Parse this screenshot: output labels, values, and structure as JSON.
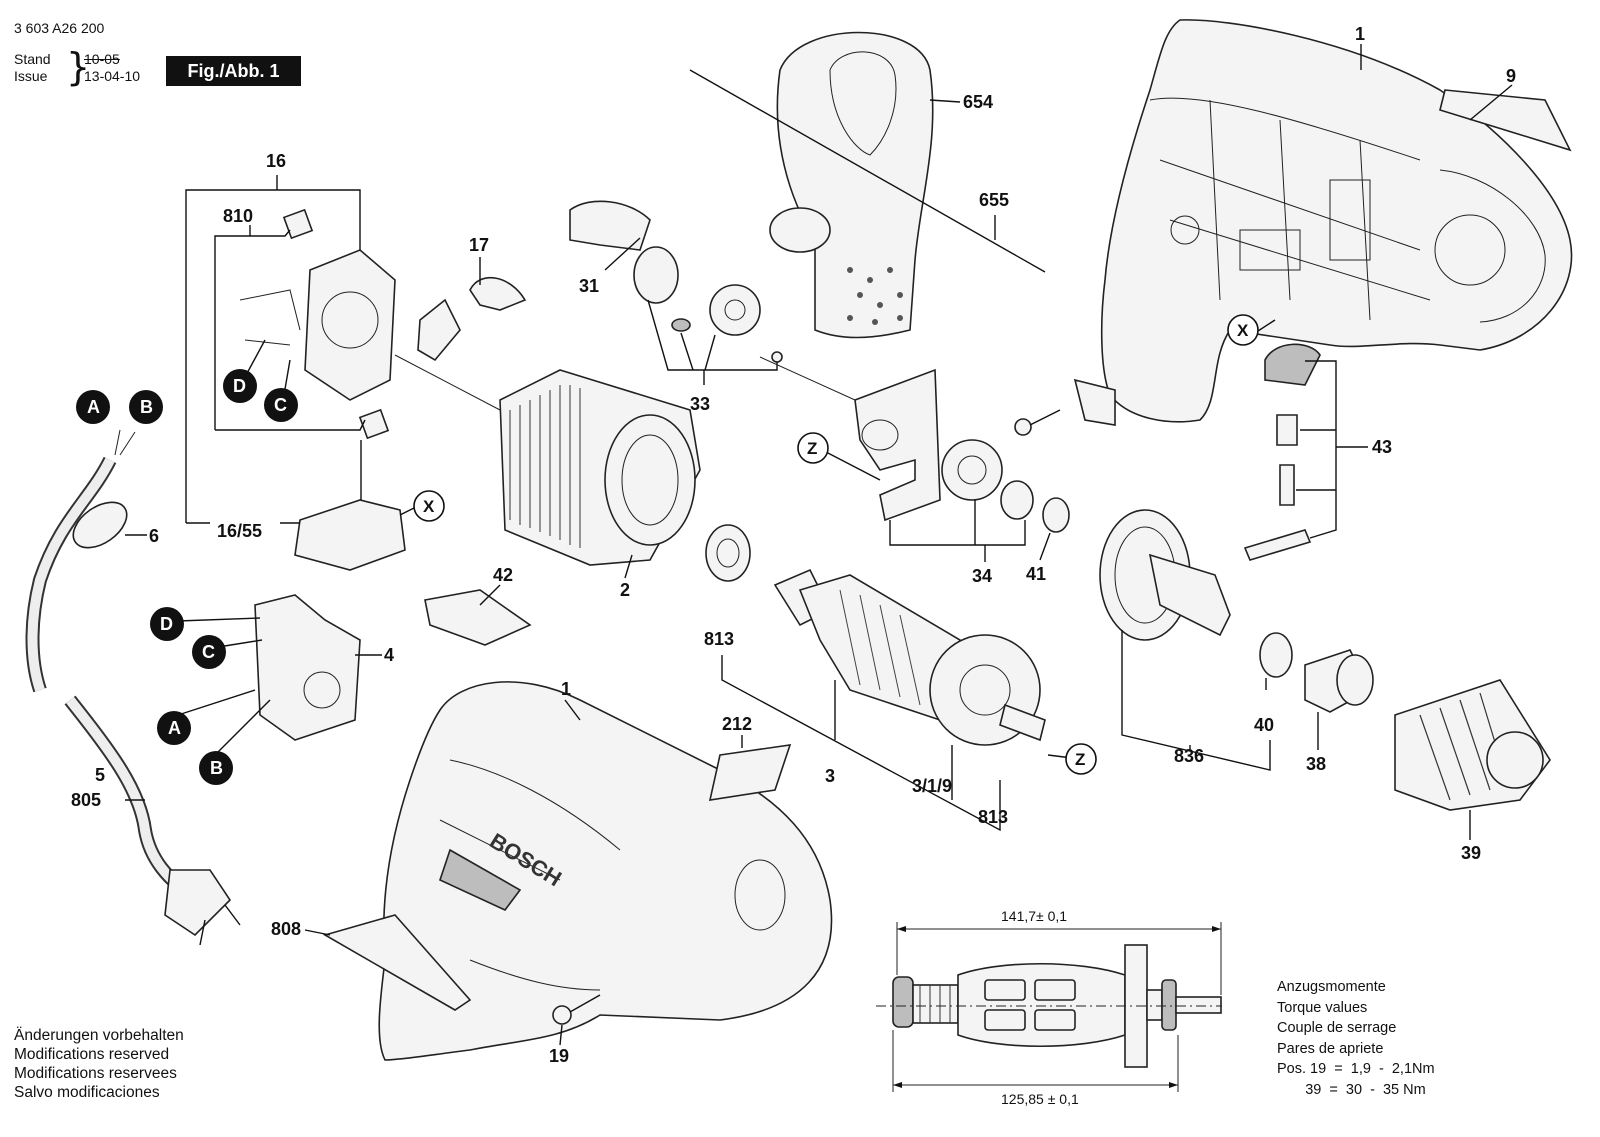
{
  "header": {
    "doc_number": "3 603 A26 200",
    "stand_label": "Stand",
    "issue_label": "Issue",
    "stand_date": "10-05",
    "issue_date": "13-04-10",
    "figure_label": "Fig./Abb. 1"
  },
  "part_numbers": {
    "p1_top": "1",
    "p9": "9",
    "p654": "654",
    "p655": "655",
    "p16": "16",
    "p810": "810",
    "p17": "17",
    "p31": "31",
    "p33": "33",
    "p16_55": "16/55",
    "p6": "6",
    "p2": "2",
    "p42": "42",
    "p4": "4",
    "p34": "34",
    "p41": "41",
    "p43": "43",
    "p813_a": "813",
    "p3": "3",
    "p3_1_9": "3/1/9",
    "p813_b": "813",
    "p836": "836",
    "p40": "40",
    "p38": "38",
    "p39": "39",
    "p1_bottom": "1",
    "p212": "212",
    "p5": "5",
    "p805": "805",
    "p808": "808",
    "p19": "19"
  },
  "connector_markers": {
    "A": "A",
    "B": "B",
    "C": "C",
    "D": "D",
    "X": "X",
    "Z": "Z"
  },
  "brand_text": "BOSCH",
  "dimensions": {
    "top": "141,7± 0,1",
    "bottom": "125,85 ± 0,1"
  },
  "notes": [
    "Änderungen vorbehalten",
    "Modifications reserved",
    "Modifications reservees",
    "Salvo modificaciones"
  ],
  "torque": {
    "titles": [
      "Anzugsmomente",
      "Torque values",
      "Couple de serrage",
      "Pares de apriete"
    ],
    "row1": "Pos. 19  =  1,9  -  2,1Nm",
    "row2": "       39  =  30  -  35 Nm"
  }
}
